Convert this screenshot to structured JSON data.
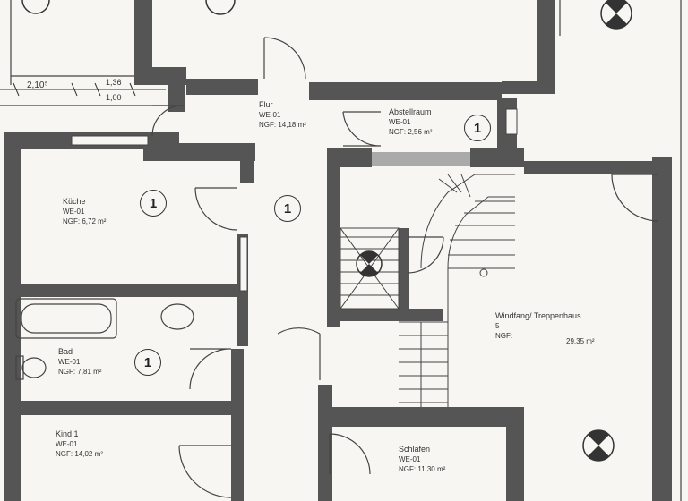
{
  "rooms": {
    "flur": {
      "name": "Flur",
      "code": "WE-01",
      "area": "NGF: 14,18 m²",
      "badge": "1"
    },
    "abstellraum": {
      "name": "Abstellraum",
      "code": "WE-01",
      "area": "NGF: 2,56 m²",
      "badge": "1"
    },
    "kueche": {
      "name": "Küche",
      "code": "WE-01",
      "area": "NGF: 6,72 m²",
      "badge": "1"
    },
    "bad": {
      "name": "Bad",
      "code": "WE-01",
      "area": "NGF: 7,81 m²",
      "badge": "1"
    },
    "kind1": {
      "name": "Kind 1",
      "code": "WE-01",
      "area": "NGF: 14,02 m²"
    },
    "schlafen": {
      "name": "Schlafen",
      "code": "WE-01",
      "area": "NGF: 11,30 m²"
    },
    "windfang": {
      "name": "Windfang/ Treppenhaus",
      "code": "5",
      "area_label": "NGF:",
      "area": "29,35 m²"
    }
  },
  "dimensions": {
    "d1": "2,10⁵",
    "d2_top": "1,36",
    "d2_bottom": "1,00"
  },
  "colors": {
    "wall": "#555555",
    "line": "#333333",
    "paper": "#f7f6f2",
    "fixture": "#444444"
  }
}
